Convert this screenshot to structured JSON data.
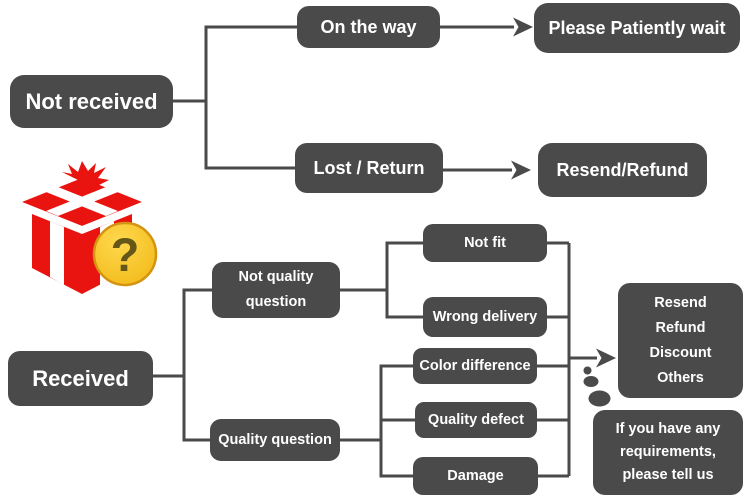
{
  "colors": {
    "background": "#ffffff",
    "node_bg": "#4a4a4a",
    "node_text": "#ffffff",
    "line": "#4a4a4a",
    "gift_red": "#e9130f",
    "badge_yellow": "#f6c51d",
    "badge_yellow_light": "#ffd84d",
    "badge_border": "#d49310",
    "question_mark": "#655717"
  },
  "nodes": {
    "not_received": {
      "label": "Not received"
    },
    "on_the_way": {
      "label": "On the way"
    },
    "please_wait": {
      "label": "Please Patiently wait"
    },
    "lost_return": {
      "label": "Lost / Return"
    },
    "resend_refund": {
      "label": "Resend/Refund"
    },
    "received": {
      "label": "Received"
    },
    "not_quality_question": {
      "lines": [
        "Not quality",
        "question"
      ]
    },
    "quality_question": {
      "label": "Quality question"
    },
    "not_fit": {
      "label": "Not fit"
    },
    "wrong_delivery": {
      "label": "Wrong delivery"
    },
    "color_difference": {
      "label": "Color difference"
    },
    "quality_defect": {
      "label": "Quality defect"
    },
    "damage": {
      "label": "Damage"
    },
    "outcomes": {
      "lines": [
        "Resend",
        "Refund",
        "Discount",
        "Others"
      ]
    },
    "requirements": {
      "lines": [
        "If you have any",
        "requirements,",
        "please tell us"
      ]
    }
  },
  "icons": {
    "gift_box": "red-gift-box",
    "question_badge": "?"
  }
}
